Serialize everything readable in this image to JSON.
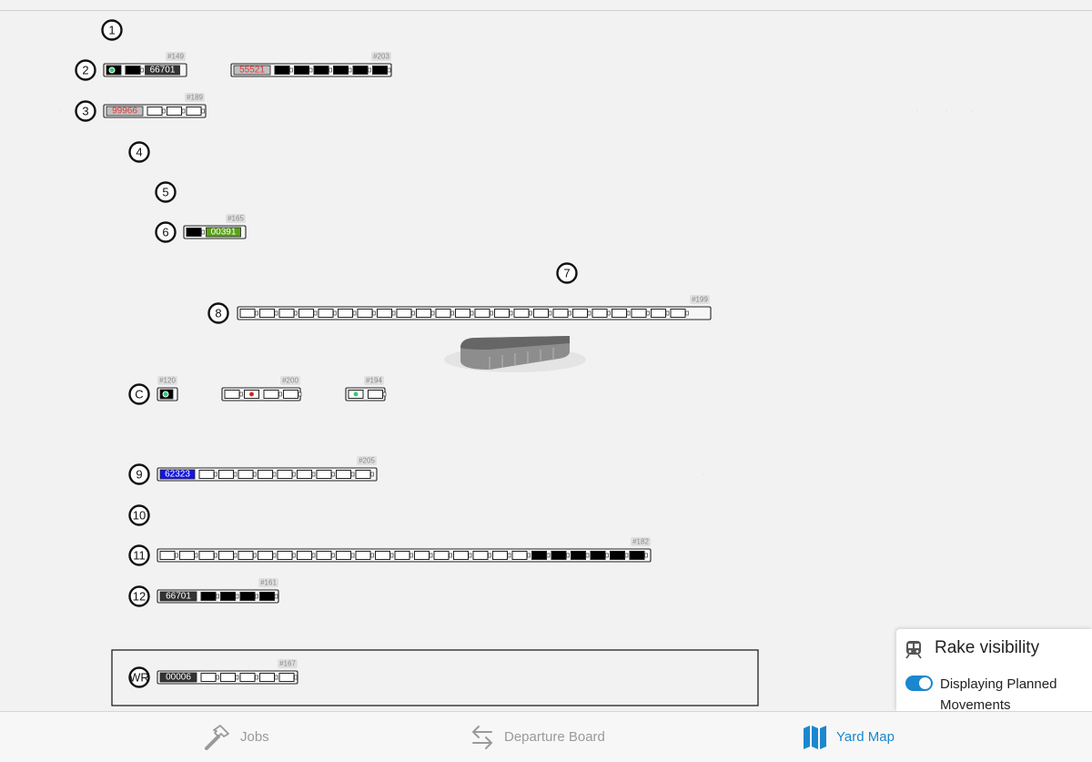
{
  "colors": {
    "accent": "#1a87cf",
    "nav_inactive": "#9a9a9a",
    "loco_gray": "#c0c0c0",
    "loco_green": "#5aa11a",
    "loco_blue": "#1414e6",
    "loco_dark": "#333333",
    "text_red": "#e23a3a",
    "marker_red": "#d32222",
    "marker_green": "#2ecc71"
  },
  "tracks": [
    {
      "label": "1"
    },
    {
      "label": "2"
    },
    {
      "label": "3"
    },
    {
      "label": "4"
    },
    {
      "label": "5"
    },
    {
      "label": "6"
    },
    {
      "label": "7"
    },
    {
      "label": "8"
    },
    {
      "label": "C"
    },
    {
      "label": "9"
    },
    {
      "label": "10"
    },
    {
      "label": "11"
    },
    {
      "label": "12"
    },
    {
      "label": "WR"
    }
  ],
  "rakes": [
    {
      "id": "#149",
      "track": "2",
      "loco_number": "66701"
    },
    {
      "id": "#203",
      "track": "2",
      "loco_number": "55521"
    },
    {
      "id": "#189",
      "track": "3",
      "loco_number": "99966"
    },
    {
      "id": "#165",
      "track": "6",
      "loco_number": "00391"
    },
    {
      "id": "#199",
      "track": "8",
      "loco_number": ""
    },
    {
      "id": "#120",
      "track": "C",
      "loco_number": ""
    },
    {
      "id": "#200",
      "track": "C",
      "loco_number": ""
    },
    {
      "id": "#194",
      "track": "C",
      "loco_number": ""
    },
    {
      "id": "#205",
      "track": "9",
      "loco_number": "62323"
    },
    {
      "id": "#182",
      "track": "11",
      "loco_number": ""
    },
    {
      "id": "#161",
      "track": "12",
      "loco_number": "66701"
    },
    {
      "id": "#167",
      "track": "WR",
      "loco_number": "00006"
    }
  ],
  "panel": {
    "title": "Rake visibility",
    "icon": "train-icon",
    "toggle_label": "Displaying Planned Movements",
    "toggle_on": true
  },
  "nav": {
    "tabs": [
      {
        "label": "Jobs",
        "icon": "hammer-icon",
        "active": false
      },
      {
        "label": "Departure Board",
        "icon": "swap-arrows-icon",
        "active": false
      },
      {
        "label": "Yard Map",
        "icon": "map-icon",
        "active": true
      }
    ]
  }
}
